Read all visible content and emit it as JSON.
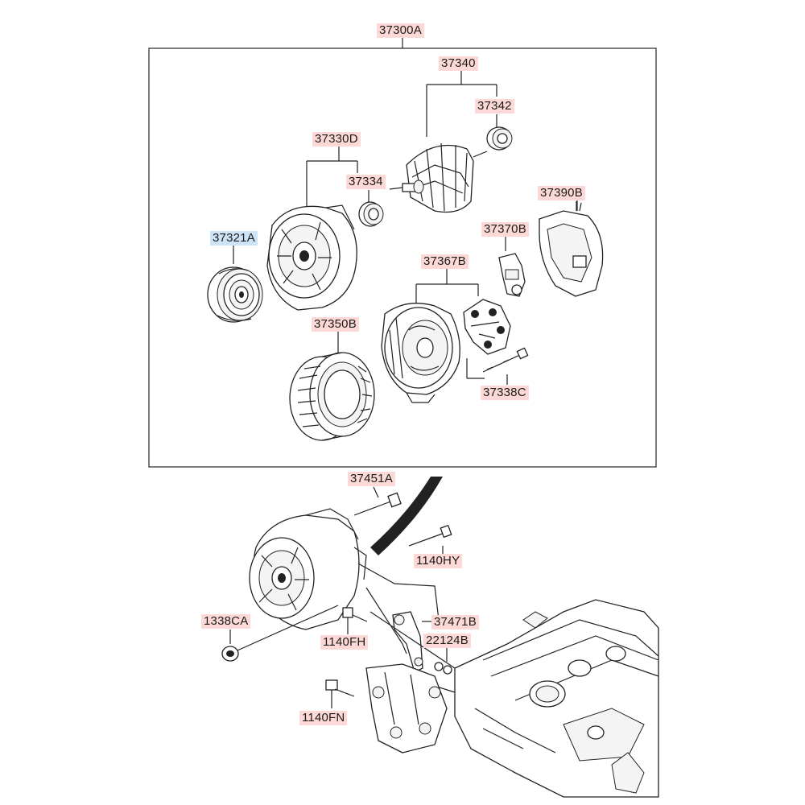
{
  "labels": {
    "assembly": "37300A",
    "rotor": "37340",
    "bearing_rear": "37342",
    "front_bracket": "37330D",
    "bearing_front": "37334",
    "regulator": "37390B",
    "pulley": "37321A",
    "brush_holder": "37370B",
    "rectifier": "37367B",
    "stator": "37350B",
    "through_bolt": "37338C",
    "mount_bolt_long": "37451A",
    "bolt_hy": "1140HY",
    "nut": "1338CA",
    "bracket": "37471B",
    "bolt_fh": "1140FH",
    "dowel": "22124B",
    "bolt_fn": "1140FN"
  },
  "colors": {
    "label_highlight": "#fcd8d6",
    "selected_highlight": "#cfe3f7",
    "line": "#222222"
  }
}
